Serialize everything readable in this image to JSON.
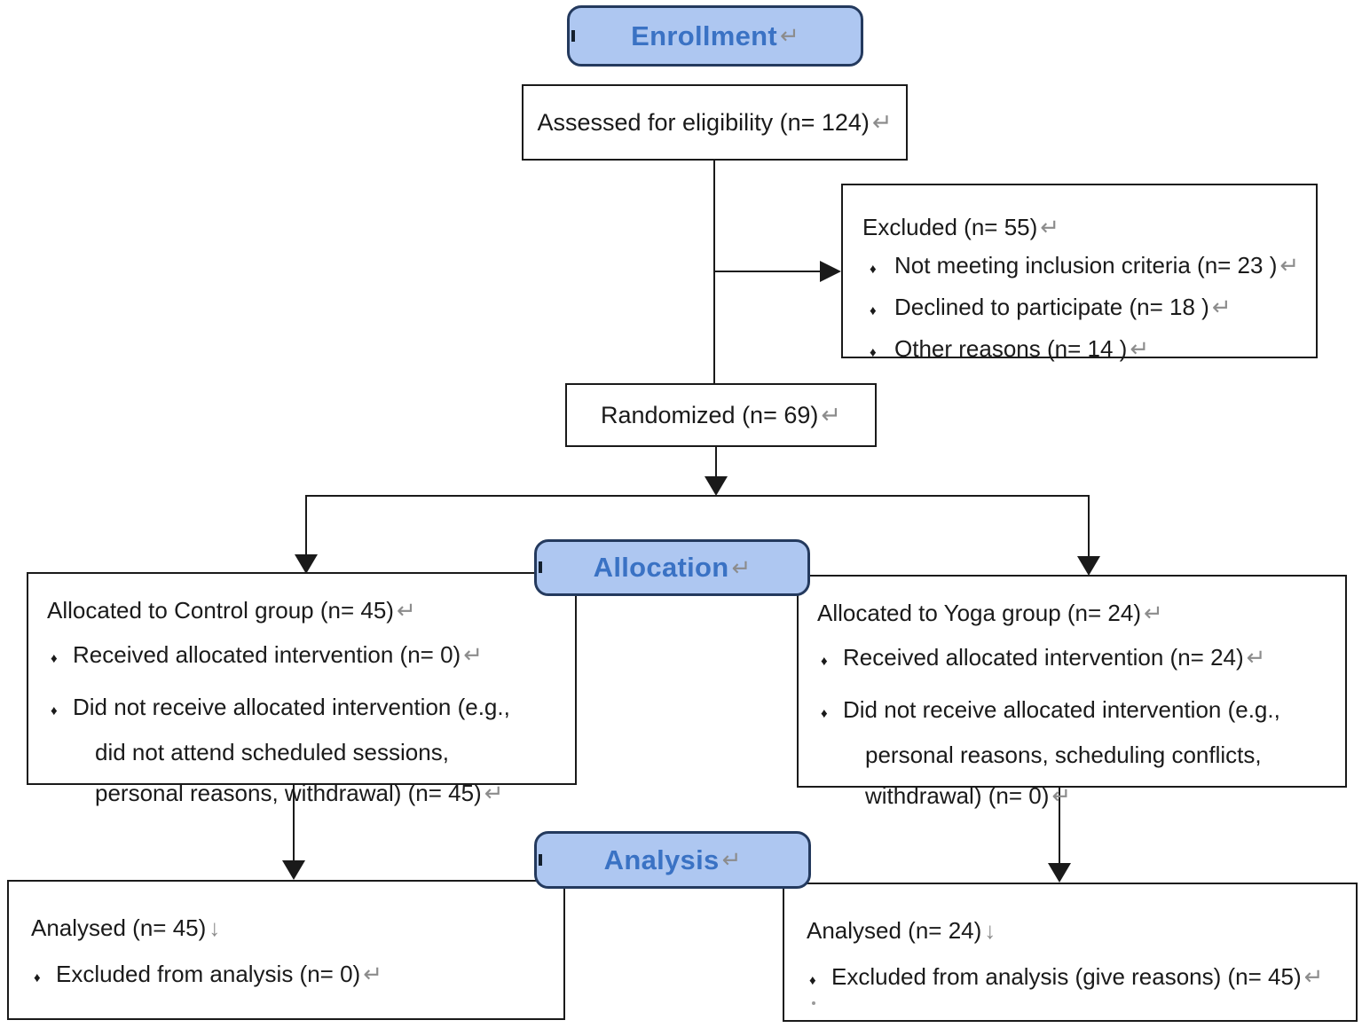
{
  "glyphs": {
    "bullet": "♦",
    "return_mark": "↵",
    "linebreak_mark": "↓"
  },
  "colors": {
    "label_fill": "#aec7f1",
    "label_border": "#243a5e",
    "label_text": "#3a72c4",
    "line_color": "#1a1a1a",
    "mark_color": "#8c8c8c"
  },
  "phases": {
    "enrollment": "Enrollment",
    "allocation": "Allocation",
    "analysis": "Analysis"
  },
  "boxes": {
    "assessed": {
      "text": "Assessed for eligibility (n= 124)"
    },
    "excluded": {
      "title": "Excluded (n= 55)",
      "items": [
        "Not meeting inclusion criteria (n= 23 )",
        "Declined to participate (n= 18 )",
        "Other reasons (n= 14 )"
      ]
    },
    "randomized": {
      "text": "Randomized (n= 69)"
    },
    "alloc_control": {
      "title": "Allocated to Control group (n= 45)",
      "bullet1": "Received allocated intervention (n= 0)",
      "bullet2_line1": "Did not receive allocated intervention (e.g.,",
      "bullet2_line2": "did not attend scheduled sessions,",
      "bullet2_line3": "personal reasons, withdrawal) (n= 45)"
    },
    "alloc_yoga": {
      "title": "Allocated to Yoga group (n= 24)",
      "bullet1": "Received allocated intervention (n= 24)",
      "bullet2_line1": "Did not receive allocated intervention (e.g.,",
      "bullet2_line2": "personal reasons, scheduling conflicts,",
      "bullet2_line3": "withdrawal) (n= 0)"
    },
    "analysed_control": {
      "title": "Analysed (n= 45)",
      "bullet1": "Excluded from analysis (n= 0)"
    },
    "analysed_yoga": {
      "title": "Analysed (n= 24)",
      "bullet1": "Excluded from analysis (give reasons) (n= 45)"
    }
  }
}
